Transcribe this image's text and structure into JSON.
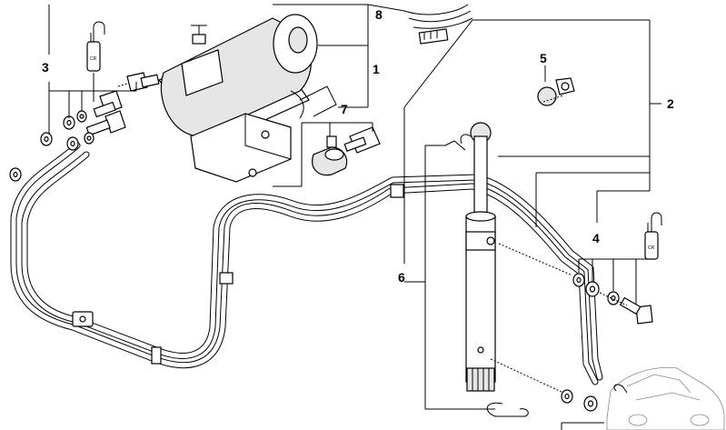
{
  "callouts": {
    "c1": "1",
    "c2": "2",
    "c3": "3",
    "c4": "4",
    "c5": "5",
    "c6": "6",
    "c7": "7",
    "c8": "8"
  },
  "capacitor_labels": {
    "top_left": "CR",
    "right": "CR"
  },
  "colors": {
    "line": "#000000",
    "fill": "#ffffff",
    "shade": "#e6e6e6",
    "car_outline": "#888888"
  },
  "icons": [
    "hydraulic-pump-icon",
    "hose-line-icon",
    "cylinder-icon",
    "capacitor-icon",
    "screw-icon",
    "washer-icon",
    "ball-joint-icon",
    "rubber-mount-icon",
    "clip-icon",
    "car-thumbnail-icon"
  ]
}
